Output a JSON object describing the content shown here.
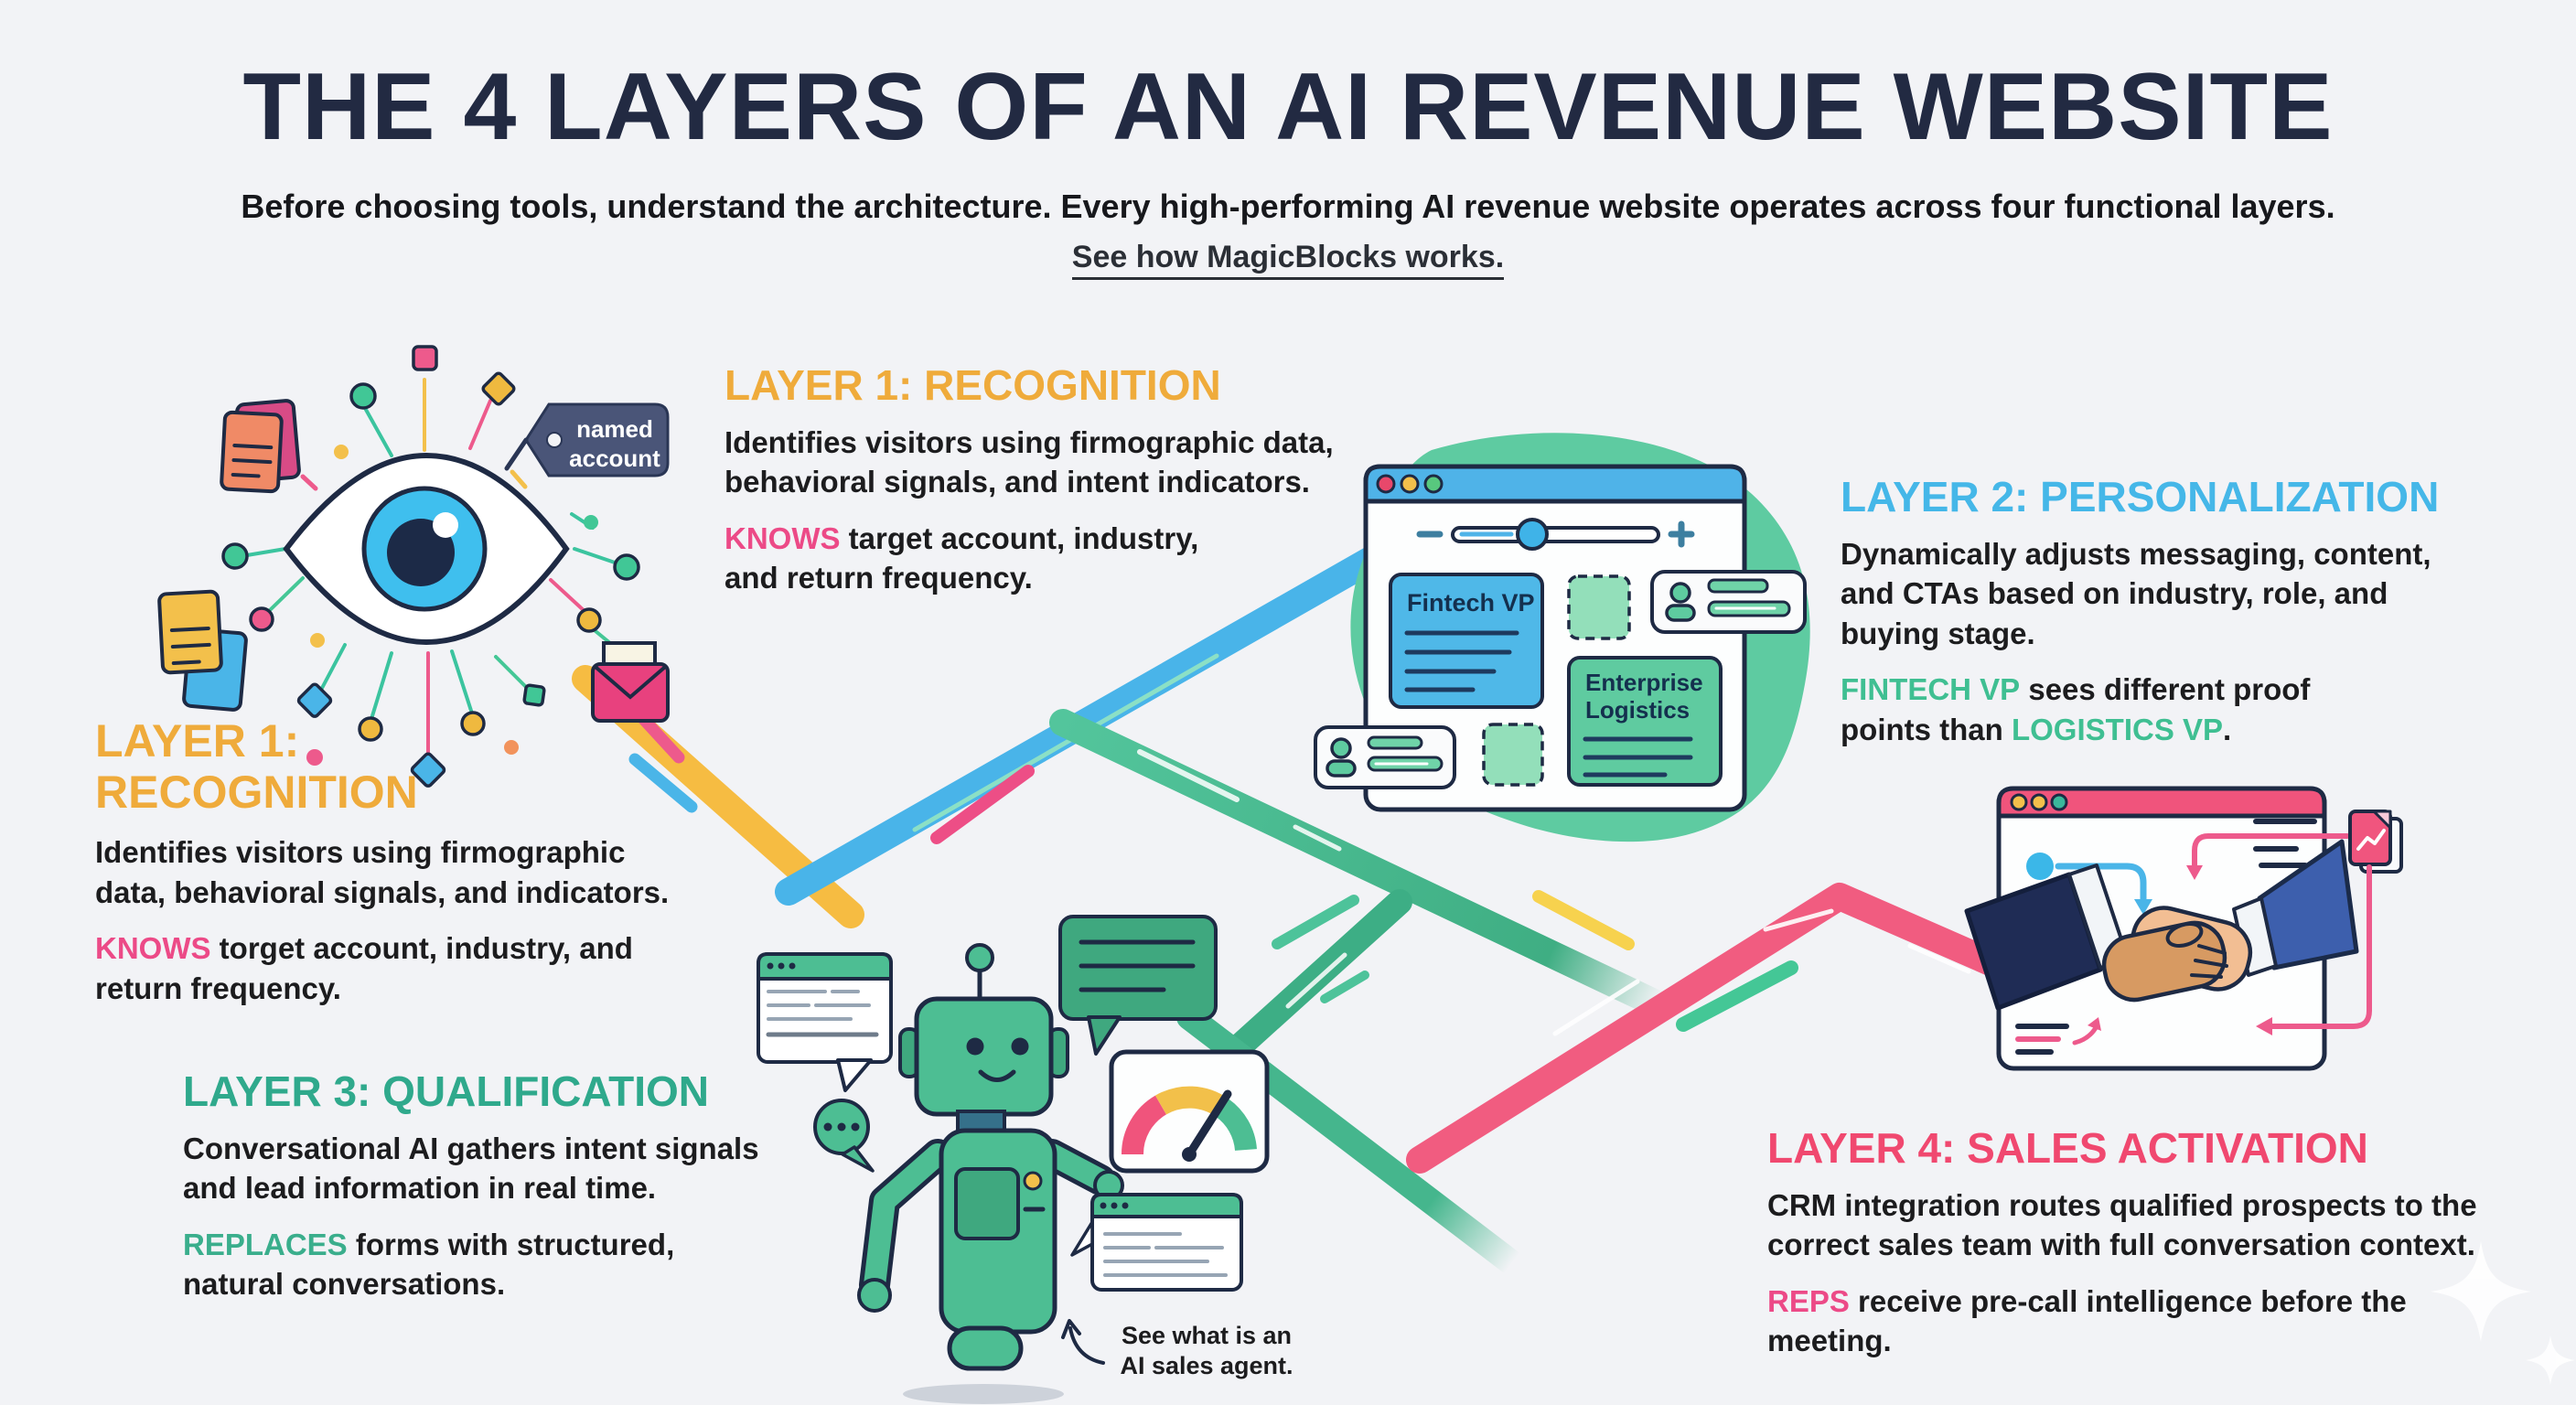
{
  "page": {
    "title": "THE 4 LAYERS OF AN AI REVENUE WEBSITE",
    "subtitle": "Before choosing tools, understand the architecture. Every high-performing AI revenue website operates across four functional layers.",
    "link_label": "See how MagicBlocks works."
  },
  "blocks": {
    "layer1_top": {
      "heading": "LAYER 1: RECOGNITION",
      "body": "Identifies visitors using firmographic data, behavioral signals, and intent indicators.",
      "keyword": "KNOWS",
      "keyword_rest": " target account, industry, and return frequency."
    },
    "layer1_left": {
      "heading": "LAYER 1:\nRECOGNITION",
      "body": "Identifies visitors using firmographic data, behavioral signals, and indicators.",
      "keyword": "KNOWS",
      "keyword_rest": " torget account, industry, and return frequency."
    },
    "layer2": {
      "heading": "LAYER 2: PERSONALIZATION",
      "body": "Dynamically adjusts messaging, content, and CTAs based on industry, role, and buying stage.",
      "keyword1": "FINTECH VP",
      "middle": " sees different proof points than ",
      "keyword2": "LOGISTICS VP",
      "period": "."
    },
    "layer3": {
      "heading": "LAYER 3: QUALIFICATION",
      "body": "Conversational AI gathers intent signals and lead information in real time.",
      "keyword": "REPLACES",
      "keyword_rest": " forms with structured, natural conversations."
    },
    "layer4": {
      "heading": "LAYER 4: SALES ACTIVATION",
      "body": "CRM integration routes qualified prospects to the correct sales team with full conversation context.",
      "keyword": "REPS",
      "keyword_rest": " receive pre-call intelligence before the meeting."
    }
  },
  "illustrations": {
    "recognition_tag_line1": "named",
    "recognition_tag_line2": "account",
    "personalization_card1": "Fintech VP",
    "personalization_card2_line1": "Enterprise",
    "personalization_card2_line2": "Logistics",
    "qualification_note": "See what is an AI sales agent."
  },
  "icons": [
    "eye-icon",
    "named-account-tag-icon",
    "document-stack-icon",
    "envelope-icon",
    "browser-window-icon",
    "slider-icon",
    "contact-chip-icon",
    "robot-icon",
    "chat-window-icon",
    "speech-bubble-icon",
    "gauge-icon",
    "handshake-icon",
    "trend-document-icon",
    "sparkle-icon"
  ],
  "colors": {
    "background": "#F2F3F6",
    "title_navy": "#222A42",
    "body_text": "#1C1C1E",
    "layer1_yellow": "#EFAB3B",
    "layer2_blue": "#45B7E8",
    "layer3_green": "#2FA98C",
    "layer4_pink": "#F0486F",
    "keyword_pink": "#EC4A87",
    "keyword_green": "#3FBF92",
    "ribbon_yellow": "#F6BC42",
    "ribbon_blue": "#49B4E9",
    "ribbon_green": "#3FAE83",
    "ribbon_pink": "#F15C80",
    "illustration_green": "#4DBE93",
    "outline_navy": "#1E2A44"
  }
}
